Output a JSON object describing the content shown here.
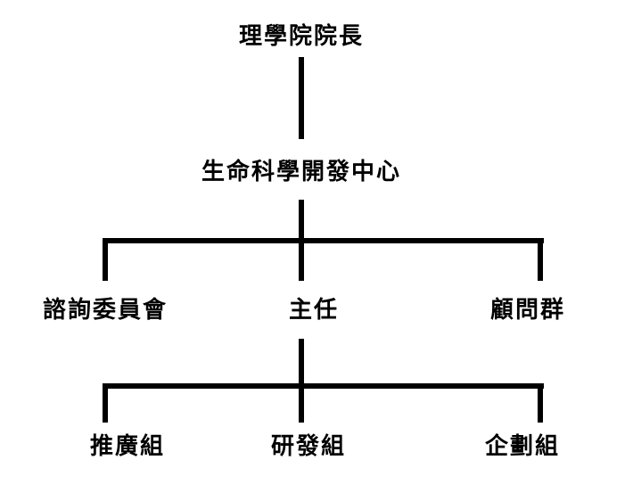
{
  "org_chart": {
    "root": {
      "label": "理學院院長"
    },
    "center": {
      "label": "生命科學開發中心"
    },
    "level2": [
      {
        "label": "諮詢委員會"
      },
      {
        "label": "主任"
      },
      {
        "label": "顧問群"
      }
    ],
    "level3": [
      {
        "label": "推廣組"
      },
      {
        "label": "研發組"
      },
      {
        "label": "企劃組"
      }
    ]
  },
  "colors": {
    "line": "#000000",
    "text": "#000000",
    "background": "#ffffff"
  }
}
